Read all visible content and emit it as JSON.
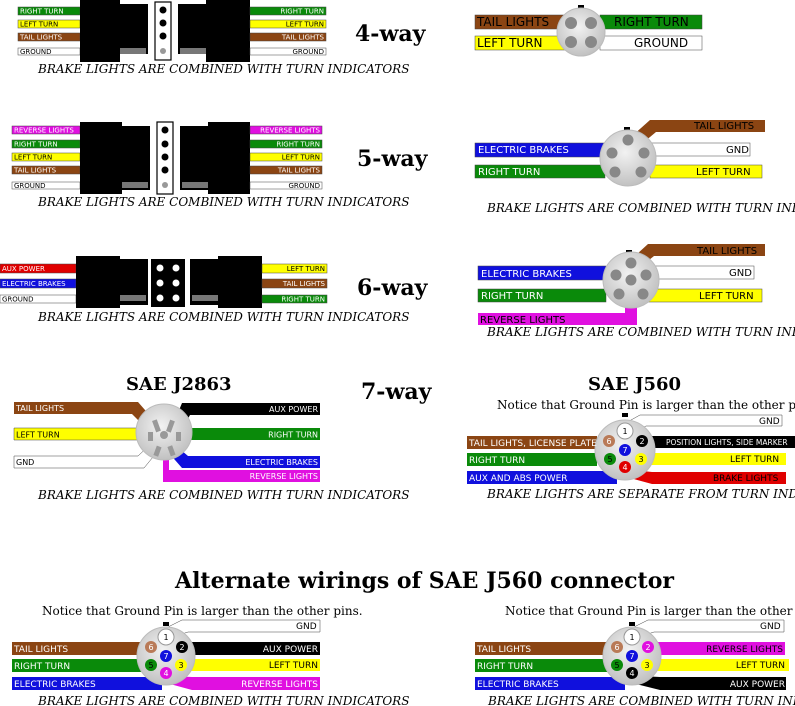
{
  "note": "BRAKE LIGHTS ARE COMBINED WITH TURN INDICATORS",
  "note_separate": "BRAKE LIGHTS ARE SEPARATE FROM TURN INDICATORS",
  "ground_note": "Notice that Ground Pin is larger than the other pins.",
  "titles": {
    "four": "4-way",
    "five": "5-way",
    "six": "6-way",
    "seven": "7-way",
    "j2863": "SAE J2863",
    "j560": "SAE J560",
    "alt": "Alternate wirings of SAE J560 connector"
  },
  "wires": {
    "tail": "TAIL LIGHTS",
    "left": "LEFT TURN",
    "right": "RIGHT TURN",
    "ground": "GROUND",
    "gnd": "GND",
    "reverse": "REVERSE LIGHTS",
    "aux": "AUX POWER",
    "electric": "ELECTRIC BRAKES",
    "brake": "BRAKE LIGHTS",
    "tail_license": "TAIL LIGHTS, LICENSE PLATE",
    "position": "POSITION LIGHTS, SIDE MARKER",
    "aux_abs": "AUX AND ABS POWER"
  },
  "pins": [
    "1",
    "2",
    "3",
    "4",
    "5",
    "6",
    "7"
  ],
  "colors": {
    "brown": "#8B4513",
    "green": "#0A8A0A",
    "yellow": "#FFFF00",
    "white": "#FFFFFF",
    "blue": "#1010DD",
    "magenta": "#E010E0",
    "red": "#E00000",
    "black": "#000000"
  }
}
